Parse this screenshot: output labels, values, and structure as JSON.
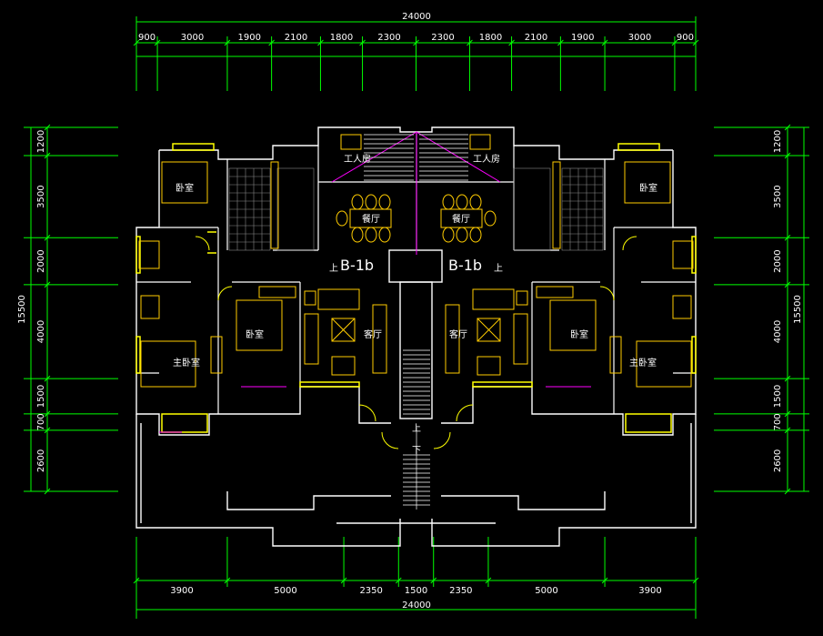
{
  "dimensions": {
    "top_total": "24000",
    "top_segments": [
      "900",
      "3000",
      "1900",
      "2100",
      "1800",
      "2300",
      "2300",
      "1800",
      "2100",
      "1900",
      "3000",
      "900"
    ],
    "bottom_segments": [
      "3900",
      "5000",
      "2350",
      "1500",
      "2350",
      "5000",
      "3900"
    ],
    "bottom_total": "24000",
    "side_total": "15500",
    "left_segments": [
      "1200",
      "3500",
      "2000",
      "4000",
      "1500",
      "700",
      "2600"
    ],
    "right_segments": [
      "1200",
      "3500",
      "2000",
      "4000",
      "1500",
      "700",
      "2600"
    ]
  },
  "rooms": {
    "worker_room_left": "工人房",
    "worker_room_right": "工人房",
    "bedroom_top_left": "卧室",
    "bedroom_top_right": "卧室",
    "dining_left": "餐厅",
    "dining_right": "餐厅",
    "bedroom_mid_left": "卧室",
    "bedroom_mid_right": "卧室",
    "living_left": "客厅",
    "living_right": "客厅",
    "master_bed_left": "主卧室",
    "master_bed_right": "主卧室"
  },
  "unit_labels": {
    "left": "B-1b",
    "right": "B-1b"
  },
  "stair_marks": {
    "up_left": "上",
    "up_right": "上",
    "stair_up": "上",
    "stair_down": "下"
  },
  "colors": {
    "dimension_line": "#00ff00",
    "wall": "#ffffff",
    "furniture": "#ffcc00",
    "window": "#ffff00",
    "accent": "#ff00ff",
    "background": "#000000"
  }
}
